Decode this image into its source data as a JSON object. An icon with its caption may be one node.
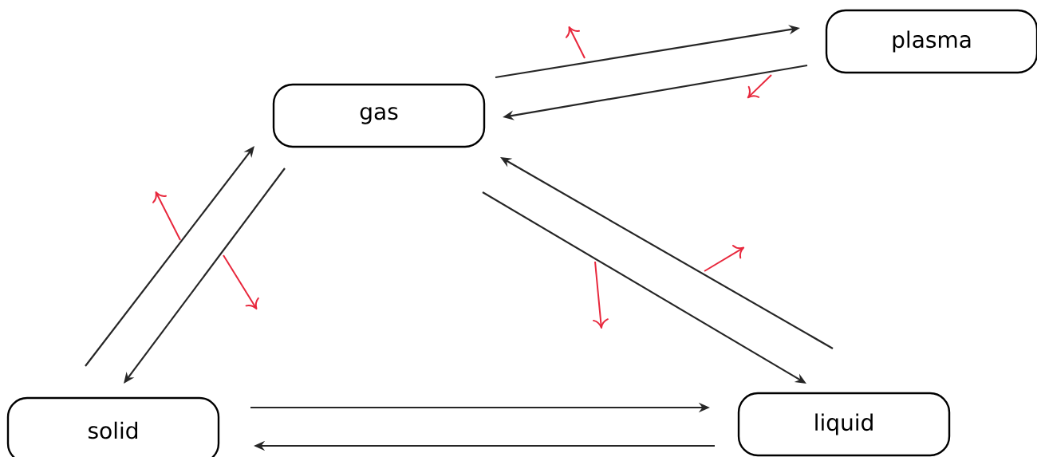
{
  "diagram": {
    "nodes": [
      {
        "text": [
          "gas"
        ]
      },
      {
        "text": [
          "plasma"
        ]
      },
      {
        "text": [
          "solid"
        ]
      },
      {
        "text": [
          "liquid"
        ]
      }
    ],
    "edges": [
      {
        "from": 0,
        "to": 1,
        "arrow": "to"
      },
      {
        "from": 1,
        "to": 0,
        "arrow": "to"
      },
      {
        "from": 2,
        "to": 0,
        "arrow": "to"
      },
      {
        "from": 0,
        "to": 2,
        "arrow": "to"
      },
      {
        "from": 0,
        "to": 3,
        "arrow": "to"
      },
      {
        "from": 3,
        "to": 0,
        "arrow": "to"
      },
      {
        "from": 2,
        "to": 3,
        "arrow": "to"
      },
      {
        "from": 3,
        "to": 2,
        "arrow": "to"
      }
    ]
  }
}
